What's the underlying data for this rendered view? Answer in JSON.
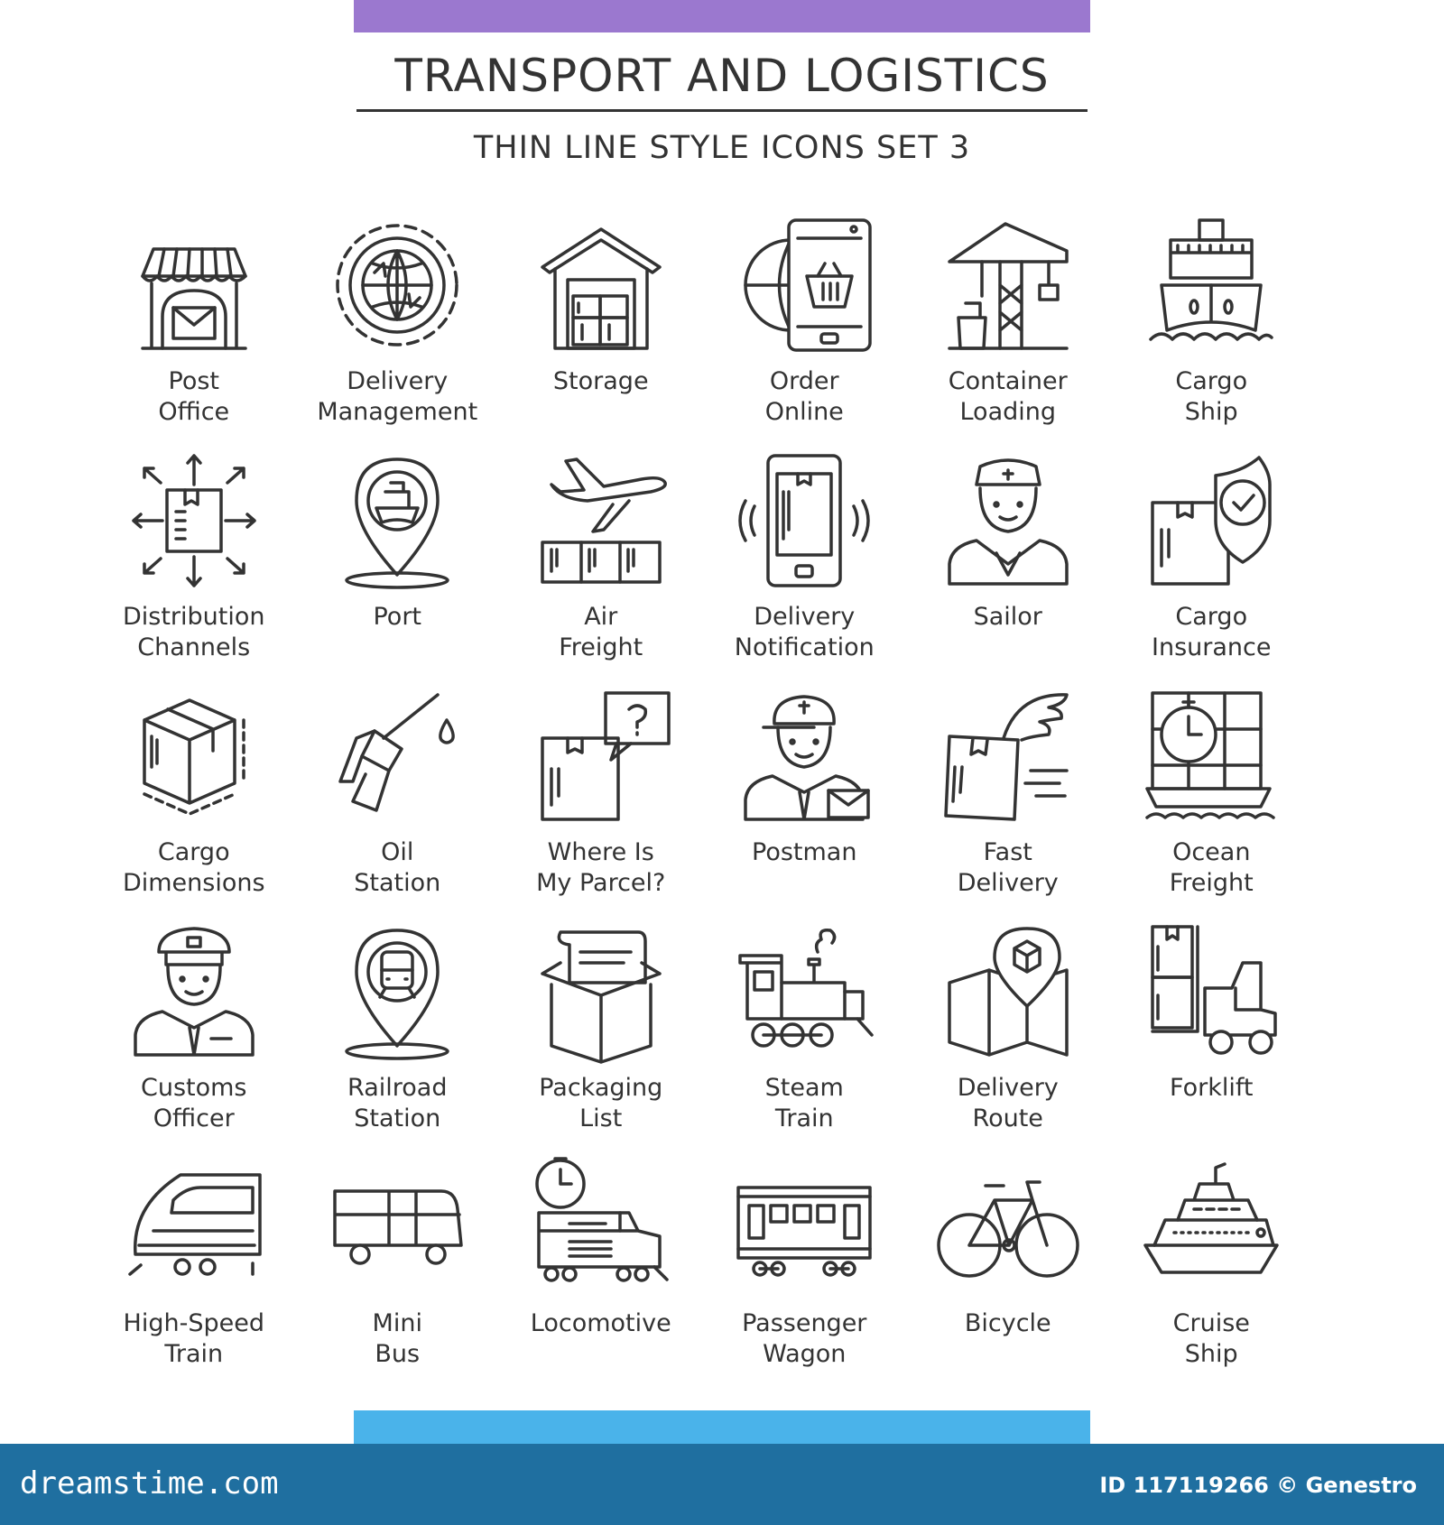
{
  "header": {
    "title": "TRANSPORT AND LOGISTICS",
    "subtitle": "THIN LINE STYLE ICONS SET 3",
    "top_bar_color": "#9b78cf"
  },
  "icons": [
    {
      "icon": "post-office-icon",
      "line1": "Post",
      "line2": "Office"
    },
    {
      "icon": "delivery-management-icon",
      "line1": "Delivery",
      "line2": "Management"
    },
    {
      "icon": "storage-icon",
      "line1": "Storage",
      "line2": ""
    },
    {
      "icon": "order-online-icon",
      "line1": "Order",
      "line2": "Online"
    },
    {
      "icon": "container-loading-icon",
      "line1": "Container",
      "line2": "Loading"
    },
    {
      "icon": "cargo-ship-icon",
      "line1": "Cargo",
      "line2": "Ship"
    },
    {
      "icon": "distribution-channels-icon",
      "line1": "Distribution",
      "line2": "Channels"
    },
    {
      "icon": "port-icon",
      "line1": "Port",
      "line2": ""
    },
    {
      "icon": "air-freight-icon",
      "line1": "Air",
      "line2": "Freight"
    },
    {
      "icon": "delivery-notification-icon",
      "line1": "Delivery",
      "line2": "Notification"
    },
    {
      "icon": "sailor-icon",
      "line1": "Sailor",
      "line2": ""
    },
    {
      "icon": "cargo-insurance-icon",
      "line1": "Cargo",
      "line2": "Insurance"
    },
    {
      "icon": "cargo-dimensions-icon",
      "line1": "Cargo",
      "line2": "Dimensions"
    },
    {
      "icon": "oil-station-icon",
      "line1": "Oil",
      "line2": "Station"
    },
    {
      "icon": "where-is-my-parcel-icon",
      "line1": "Where Is",
      "line2": "My Parcel?"
    },
    {
      "icon": "postman-icon",
      "line1": "Postman",
      "line2": ""
    },
    {
      "icon": "fast-delivery-icon",
      "line1": "Fast",
      "line2": "Delivery"
    },
    {
      "icon": "ocean-freight-icon",
      "line1": "Ocean",
      "line2": "Freight"
    },
    {
      "icon": "customs-officer-icon",
      "line1": "Customs",
      "line2": "Officer"
    },
    {
      "icon": "railroad-station-icon",
      "line1": "Railroad",
      "line2": "Station"
    },
    {
      "icon": "packaging-list-icon",
      "line1": "Packaging",
      "line2": "List"
    },
    {
      "icon": "steam-train-icon",
      "line1": "Steam",
      "line2": "Train"
    },
    {
      "icon": "delivery-route-icon",
      "line1": "Delivery",
      "line2": "Route"
    },
    {
      "icon": "forklift-icon",
      "line1": "Forklift",
      "line2": ""
    },
    {
      "icon": "high-speed-train-icon",
      "line1": "High-Speed",
      "line2": "Train"
    },
    {
      "icon": "mini-bus-icon",
      "line1": "Mini",
      "line2": "Bus"
    },
    {
      "icon": "locomotive-icon",
      "line1": "Locomotive",
      "line2": ""
    },
    {
      "icon": "passenger-wagon-icon",
      "line1": "Passenger",
      "line2": "Wagon"
    },
    {
      "icon": "bicycle-icon",
      "line1": "Bicycle",
      "line2": ""
    },
    {
      "icon": "cruise-ship-icon",
      "line1": "Cruise",
      "line2": "Ship"
    }
  ],
  "bottom_bar_color": "#4ab3ea",
  "footer": {
    "site": "dreamstime.com",
    "image_id": "ID 117119266 © Genestro",
    "background_color": "#1f6fa0"
  }
}
